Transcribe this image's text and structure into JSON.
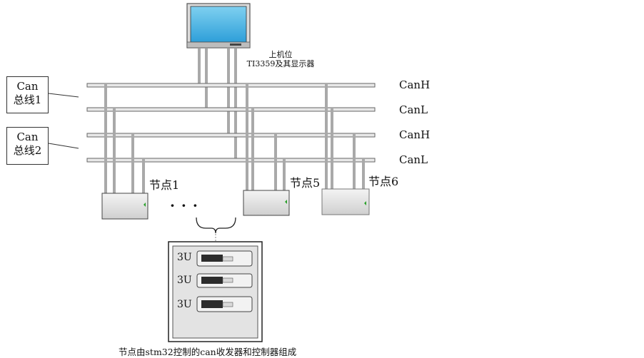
{
  "host": {
    "label_line1": "上机位",
    "label_line2": "TI3359及其显示器"
  },
  "bus_boxes": [
    {
      "line1": "Can",
      "line2": "总线1"
    },
    {
      "line1": "Can",
      "line2": "总线2"
    }
  ],
  "bus_lines": [
    "CanH",
    "CanL",
    "CanH",
    "CanL"
  ],
  "nodes": [
    "节点1",
    "节点5",
    "节点6"
  ],
  "ellipsis": "· · ·",
  "chassis_slots": [
    "3U",
    "3U",
    "3U"
  ],
  "caption": "节点由stm32控制的can收发器和控制器组成"
}
